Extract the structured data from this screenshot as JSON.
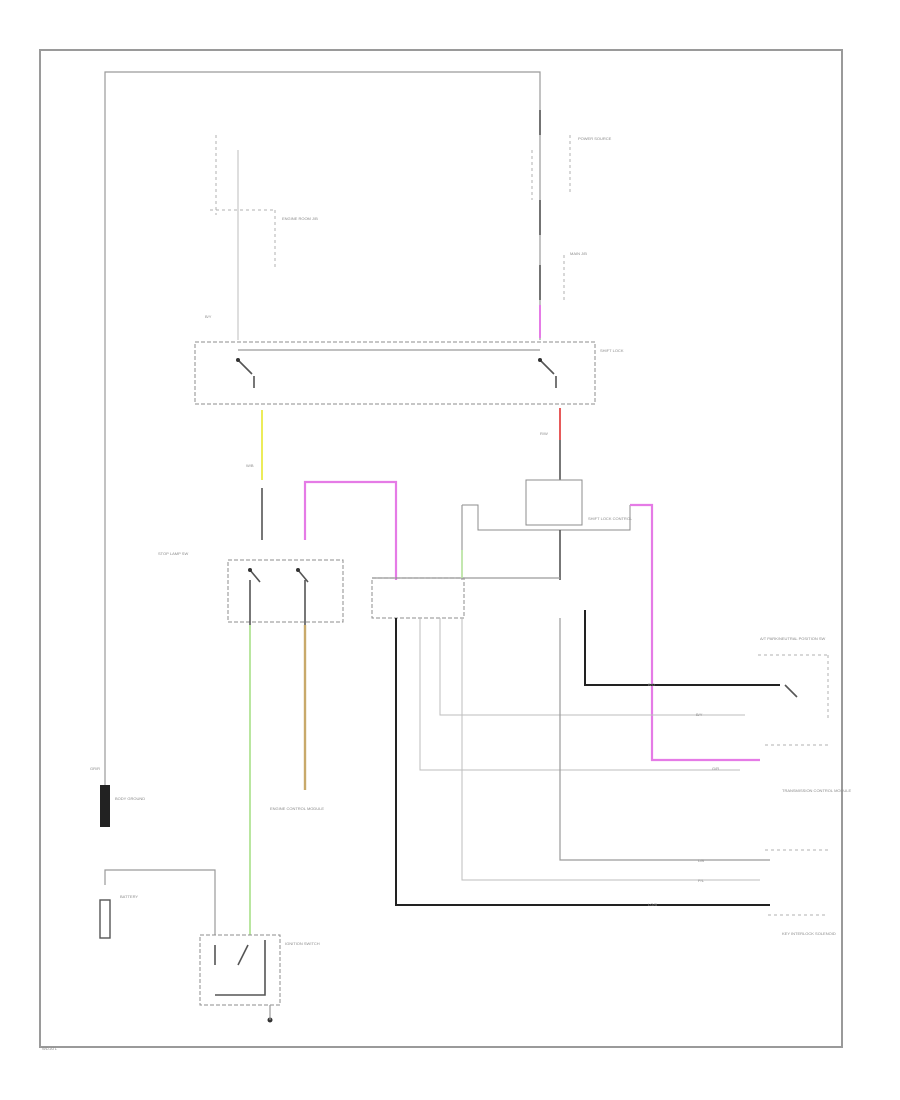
{
  "labels": {
    "top_left": "B/Y",
    "fuse_left": "ENGINE ROOM J/B",
    "fuse_right_top": "POWER SOURCE",
    "fuse_right_mid": "MAIN J/B",
    "relay_top": "SHIFT LOCK",
    "stop_switch": "STOP LAMP SW",
    "engine_ecu": "ENGINE CONTROL MODULE",
    "shift_lock_ecu": "SHIFT LOCK CONTROL",
    "park_switch": "A/T PARK/NEUTRAL POSITION SW",
    "tcm": "TRANSMISSION CONTROL MODULE",
    "ground_left": "BODY GROUND",
    "battery": "BATTERY",
    "ignition": "IGNITION SWITCH",
    "key_interlock": "KEY INTERLOCK SOLENOID",
    "footer": "WD-ATL",
    "w1": "W/B",
    "w2": "B/Y",
    "w3": "G/R",
    "w4": "L/B",
    "w5": "P/L",
    "w6": "B/O",
    "w7": "R/W",
    "w8": "GR/R",
    "w9": "LG/B"
  }
}
